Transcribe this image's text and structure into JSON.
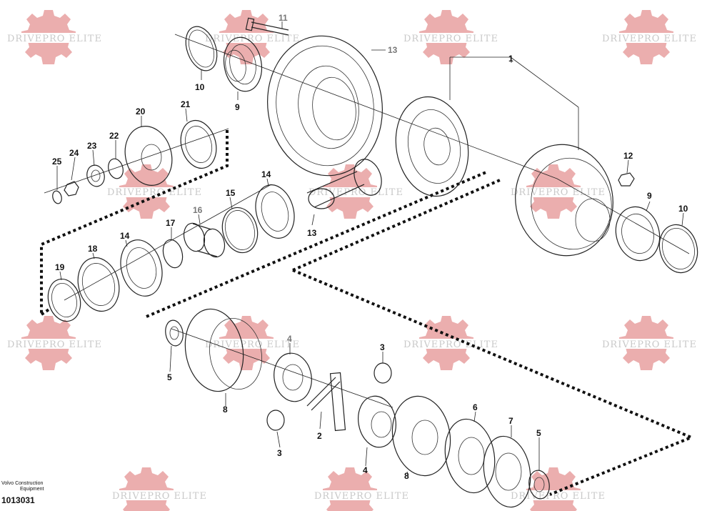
{
  "watermark": {
    "text": "DRIVEPRO ELITE",
    "gear_color": "#e8a0a0"
  },
  "publisher": {
    "line1": "Volvo Construction",
    "line2": "Equipment"
  },
  "document_number": "1013031",
  "callouts": {
    "c1": "1",
    "c2": "2",
    "c3a": "3",
    "c3b": "3",
    "c4a": "4",
    "c4b": "4",
    "c5a": "5",
    "c5b": "5",
    "c6": "6",
    "c7": "7",
    "c8a": "8",
    "c8b": "8",
    "c9a": "9",
    "c9b": "9",
    "c10a": "10",
    "c10b": "10",
    "c11": "11",
    "c12": "12",
    "c13a": "13",
    "c13b": "13",
    "c14a": "14",
    "c14b": "14",
    "c15": "15",
    "c16": "16",
    "c17": "17",
    "c18": "18",
    "c19": "19",
    "c20": "20",
    "c21": "21",
    "c22": "22",
    "c23": "23",
    "c24": "24",
    "c25": "25"
  }
}
